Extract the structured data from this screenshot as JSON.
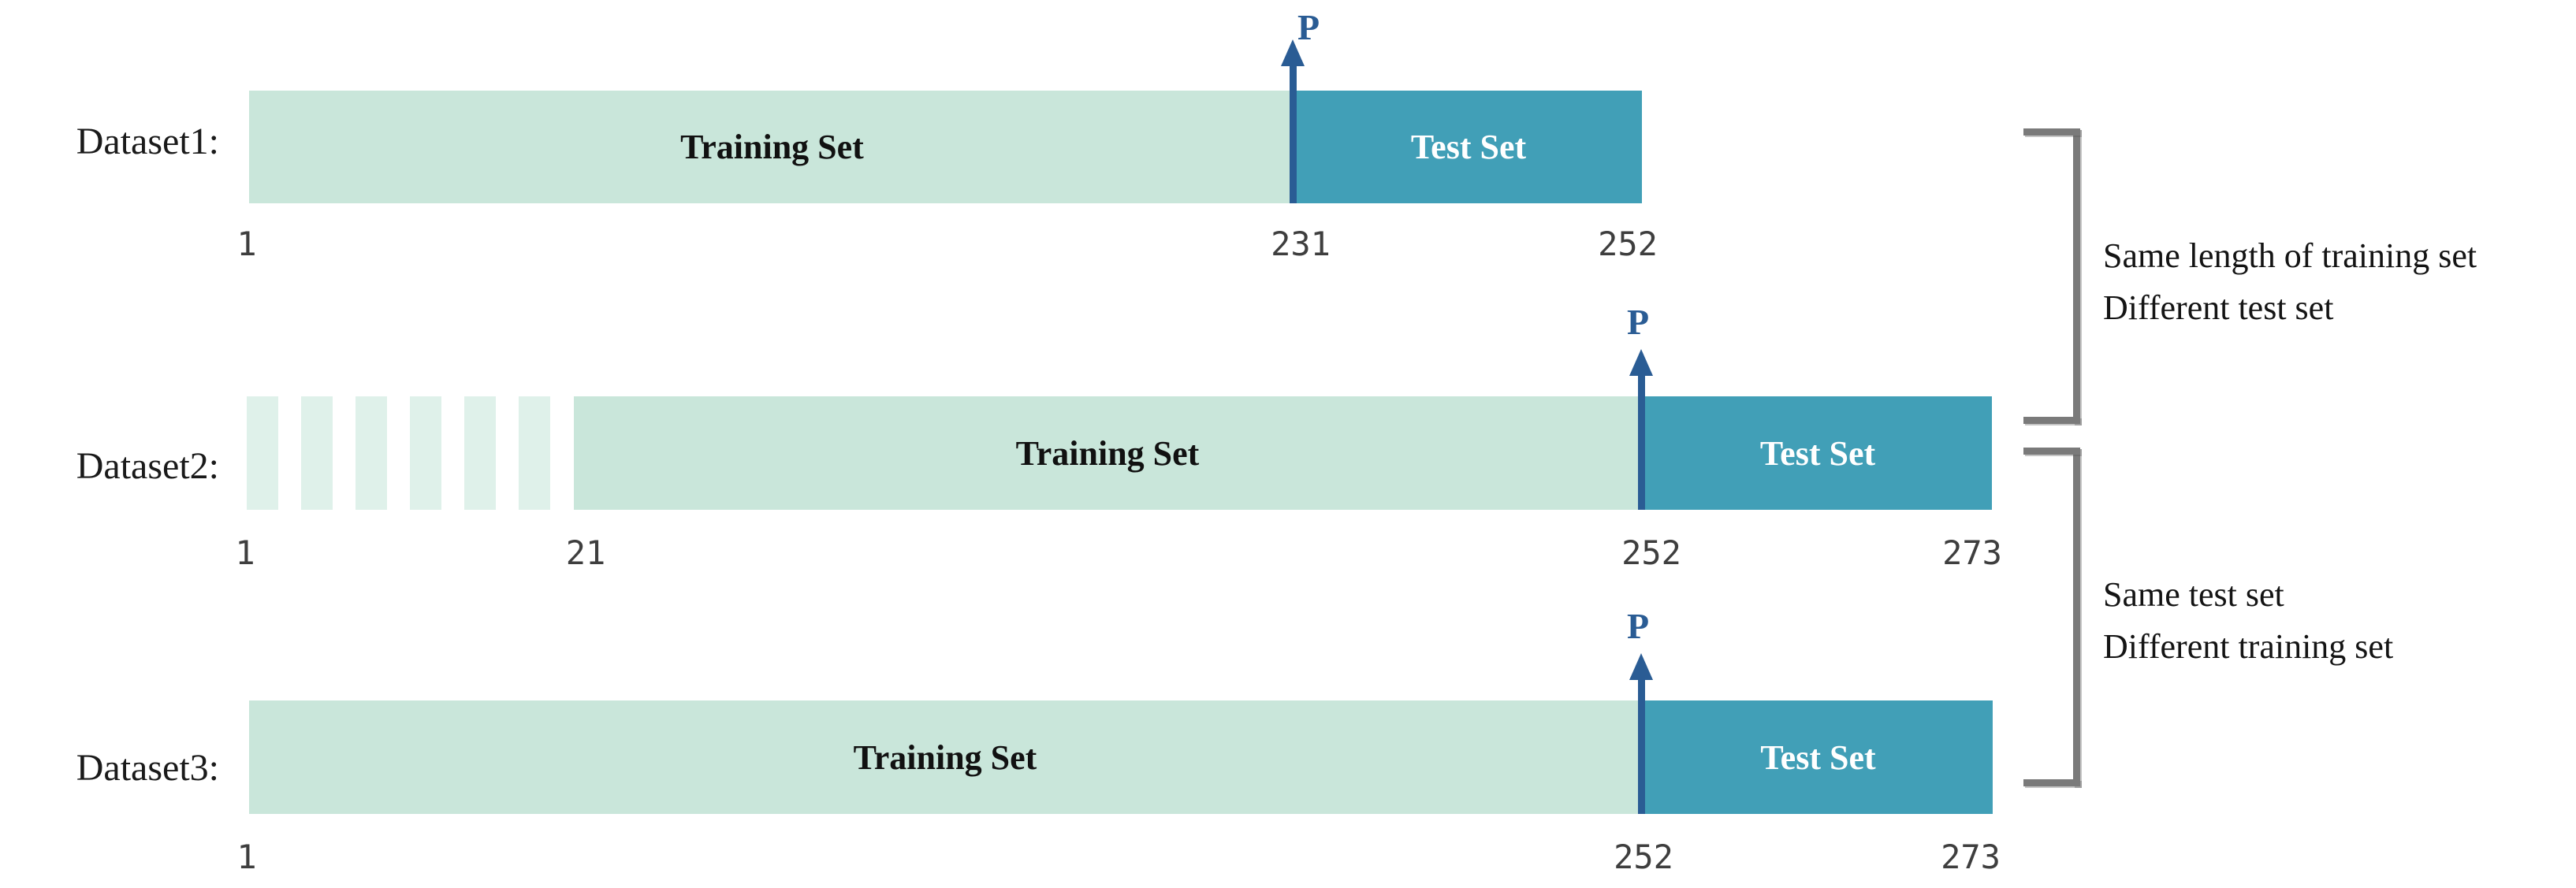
{
  "figure": {
    "datasets": [
      {
        "label": "Dataset1:",
        "training_label": "Training Set",
        "test_label": "Test Set",
        "pointer_label": "P",
        "ticks": [
          "1",
          "231",
          "252"
        ]
      },
      {
        "label": "Dataset2:",
        "training_label": "Training Set",
        "test_label": "Test Set",
        "pointer_label": "P",
        "ticks": [
          "1",
          "21",
          "252",
          "273"
        ]
      },
      {
        "label": "Dataset3:",
        "training_label": "Training Set",
        "test_label": "Test Set",
        "pointer_label": "P",
        "ticks": [
          "1",
          "252",
          "273"
        ]
      }
    ],
    "annotations": [
      {
        "lines": [
          "Same length of training set",
          "Different test set"
        ]
      },
      {
        "lines": [
          "Same test set",
          "Different training set"
        ]
      }
    ],
    "colors": {
      "training_fill": "#c9e6da",
      "training_faded_stripe": "#dff1ea",
      "test_fill": "#419fb7",
      "pointer_blue": "#2a5c94",
      "bracket_gray": "#7a7a7a",
      "tick_text": "#3e3e3e",
      "label_text": "#1a1a1a"
    }
  }
}
